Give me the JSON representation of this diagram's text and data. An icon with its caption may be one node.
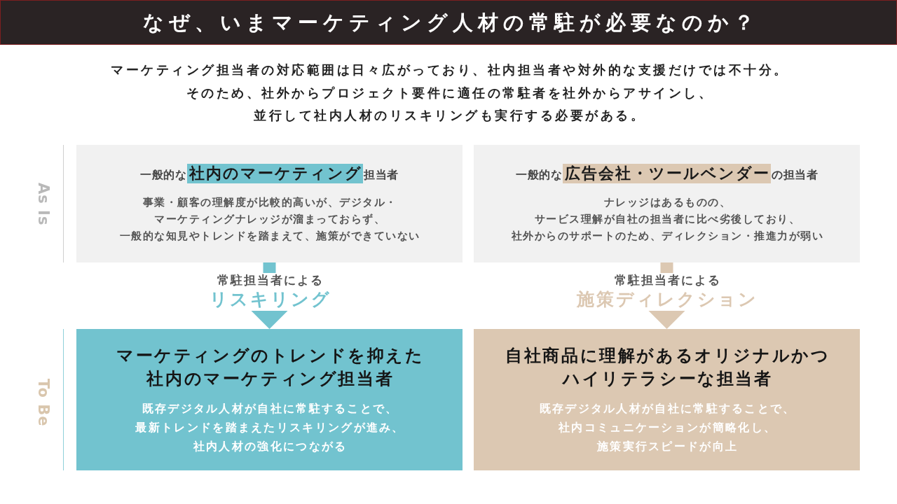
{
  "diagram": {
    "title": "なぜ、いまマーケティング人材の常駐が必要なのか？",
    "nodes": [
      {
        "text": [
          "一般的な**社内のマーケティング**担当者",
          "事業・顧客の理解度が比較的高いが、デジタル・マーケティングナレッジが溜まっておらず、一般的な知見やトレンドを踏まえて、施策ができていない"
        ]
      },
      {
        "text": [
          "一般的な**広告会社・ツールベンダー**の担当者",
          "ナレッジはあるものの、サービス理解が自社の担当者に比べ劣後しており、社外からのサポートのため、ディレクション・推進力が弱い"
        ]
      },
      {
        "text": [
          "マーケティングのトレンドを抑えた社内のマーケティング担当者",
          "既存デジタル人材が自社に常駐することで、最新トレンドを踏まえたリスキリングが進み、社内人材の強化につながる"
        ]
      },
      {
        "text": [
          "自社商品に理解があるオリジナルかつハイリテラシーな担当者",
          "既存デジタル人材が自社に常駐することで、社内コミュニケーションが簡略化し、施策実行スピードが向上"
        ]
      }
    ],
    "edges": [
      {
        "from": 0,
        "to": 2,
        "arrow": "to",
        "label": "常駐担当者による**リスキリング**",
        "color": "#72c3cf"
      },
      {
        "from": 1,
        "to": 3,
        "arrow": "to",
        "label": "常駐担当者による**施策ディレクション**",
        "color": "#dcc8b2"
      }
    ],
    "labels": [
      "マーケティング担当者の対応範囲は日々広がっており、社内担当者や対外的な支援だけでは不十分。そのため、社外からプロジェクト要件に適任の常駐者を社外からアサインし、並行して社内人材のリスキリングも実行する必要がある。",
      "As Is",
      "To Be"
    ]
  }
}
